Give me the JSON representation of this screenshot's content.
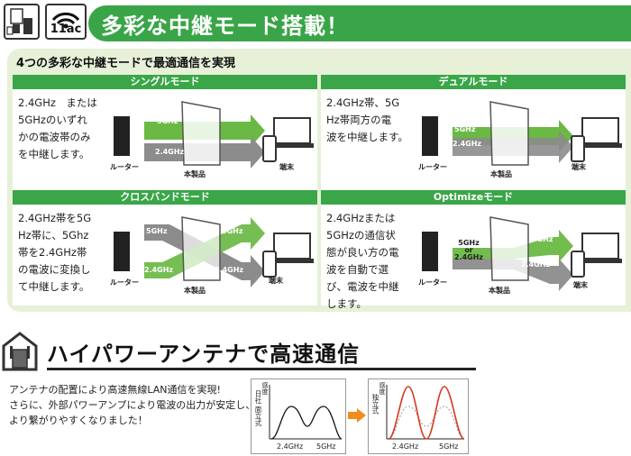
{
  "header": {
    "title": "多彩な中継モード搭載！",
    "badge_11ac": "11ac"
  },
  "modes_section": {
    "subtitle": "4つの多彩な中継モードで最適通信を実現",
    "labels": {
      "router": "ルーター",
      "product": "本製品",
      "terminal": "端末",
      "ghz5": "5GHz",
      "ghz24": "2.4GHz",
      "or_label": "5GHz or 2.4GHz",
      "or_5": "5GHz",
      "or_or": "or",
      "or_24": "2.4GHz"
    },
    "cards": [
      {
        "title": "シングルモード",
        "desc": [
          "2.4GHz　または",
          "5GHzのいずれ",
          "かの電波帯のみ",
          "を中継します。"
        ]
      },
      {
        "title": "デュアルモード",
        "desc": [
          "2.4GHz帯、5G",
          "Hz帯両方の電",
          "波を中継します。"
        ]
      },
      {
        "title": "クロスバンドモード",
        "desc": [
          "2.4GHz帯を5G",
          "Hz帯に、5Ghz",
          "帯を2.4GHz帯",
          "の電波に変換し",
          "て中継します。"
        ]
      },
      {
        "title": "Optimizeモード",
        "desc": [
          "2.4GHzまたは",
          "5GHzの通信状",
          "態が良い方の電",
          "波を自動で選",
          "び、電波を中継",
          "します。"
        ]
      }
    ]
  },
  "antenna_section": {
    "title": "ハイパワーアンテナで高速通信",
    "text": [
      "アンテナの配置により高速無線LAN通信を実現!",
      "さらに、外部パワーアンプにより電波の出力が安定し、",
      "より繋がりやすくなりました！"
    ],
    "chart_left": {
      "ylabel_top": "感度",
      "ylabel_side": "日社 面立式",
      "x_ticks": [
        "2.4GHz",
        "5GHz"
      ]
    },
    "chart_right": {
      "ylabel_top": "感度",
      "ylabel_side": "独立式",
      "x_ticks": [
        "2.4GHz",
        "5GHz"
      ]
    },
    "colors": {
      "green": "#39a548",
      "arrow_orange": "#f08c1e",
      "curve_red": "#d9381e"
    }
  }
}
